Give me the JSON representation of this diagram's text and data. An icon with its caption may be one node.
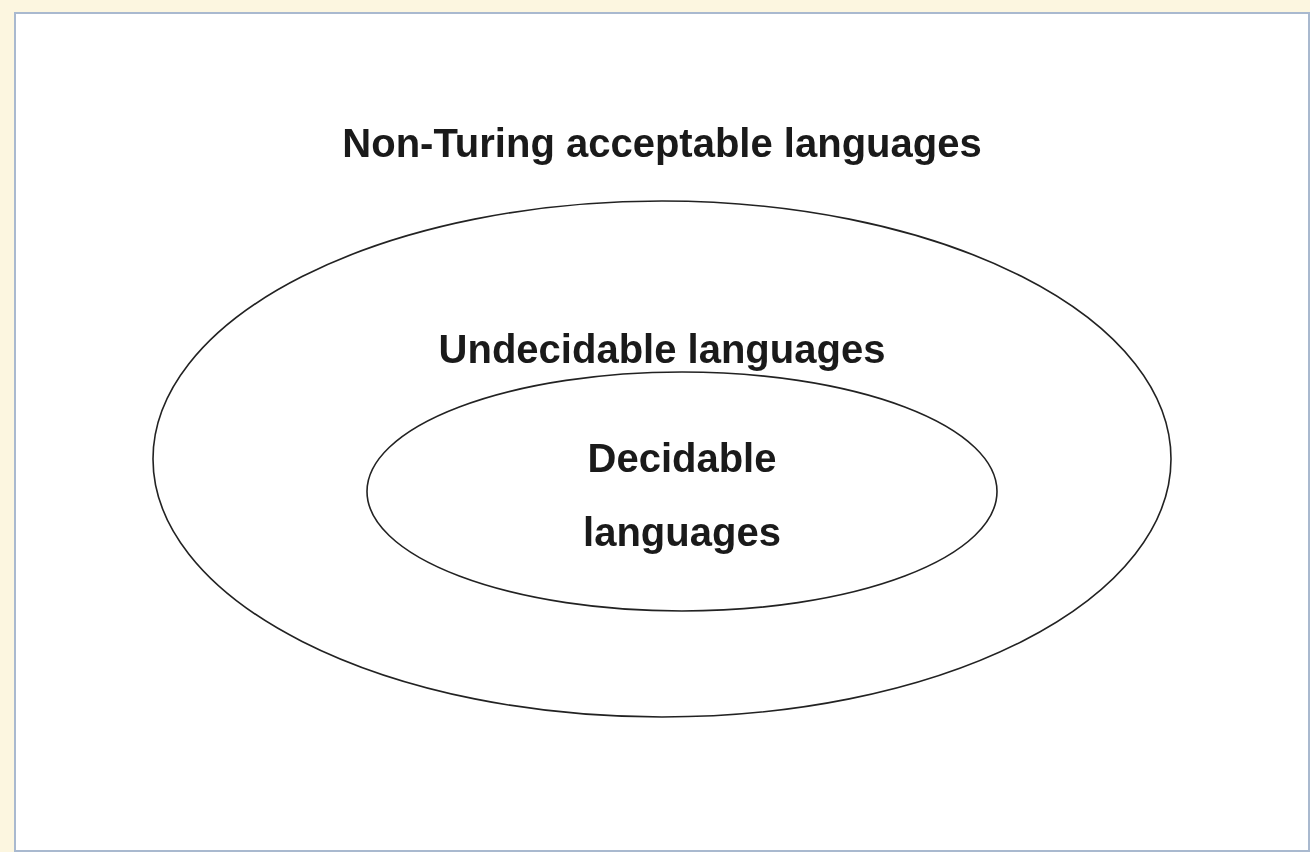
{
  "diagram": {
    "nodes": [
      {
        "text": [
          "Non-Turing acceptable languages"
        ]
      },
      {
        "text": [
          "Undecidable languages"
        ],
        "in": 0
      },
      {
        "text": [
          "Decidable languages"
        ],
        "in": 1
      }
    ]
  }
}
